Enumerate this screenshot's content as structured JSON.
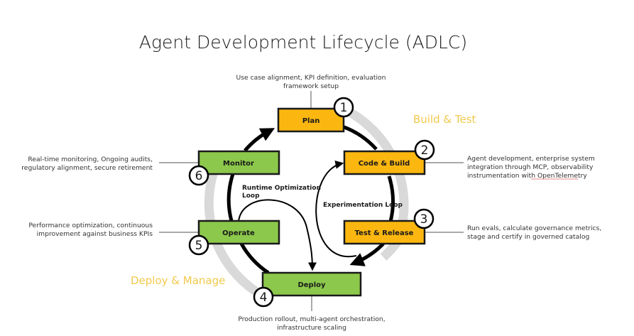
{
  "title": "Agent Development Lifecycle (ADLC)",
  "phases": [
    {
      "label": "Build & Test",
      "color": "#f2c94c"
    },
    {
      "label": "Deploy & Manage",
      "color": "#f2c94c"
    }
  ],
  "stages": [
    {
      "number": "1",
      "label": "Plan",
      "color": "#fbb710",
      "description": [
        "Use case alignment, KPI definition, evaluation",
        "framework setup"
      ]
    },
    {
      "number": "2",
      "label": "Code & Build",
      "color": "#fbb710",
      "description": [
        "Agent development, enterprise system",
        "integration through MCP, observability",
        "instrumentation with OpenTelemetry"
      ]
    },
    {
      "number": "3",
      "label": "Test & Release",
      "color": "#fbb710",
      "description": [
        "Run evals, calculate governance metrics,",
        "stage and certify in governed catalog"
      ]
    },
    {
      "number": "4",
      "label": "Deploy",
      "color": "#8cc84b",
      "description": [
        "Production rollout, multi-agent orchestration,",
        "infrastructure scaling"
      ]
    },
    {
      "number": "5",
      "label": "Operate",
      "color": "#8cc84b",
      "description": [
        "Performance optimization, continuous",
        "improvement against business KPIs"
      ]
    },
    {
      "number": "6",
      "label": "Monitor",
      "color": "#8cc84b",
      "description": [
        "Real-time monitoring, Ongoing audits,",
        "regulatory alignment, secure retirement"
      ]
    }
  ],
  "loops": [
    {
      "label_lines": [
        "Runtime Optimization",
        "Loop"
      ]
    },
    {
      "label_lines": [
        "Experimentation Loop"
      ]
    }
  ],
  "colors": {
    "ring": "#d9d9d9",
    "cycle": "#000000",
    "box_border": "#1a1a1a"
  }
}
